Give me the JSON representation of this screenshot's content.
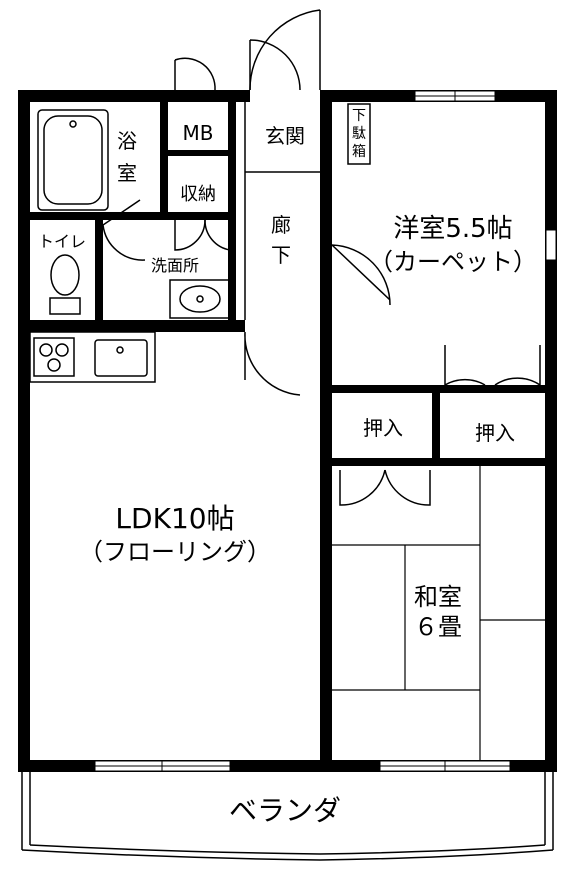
{
  "rooms": {
    "bath": {
      "line1": "浴",
      "line2": "室"
    },
    "mb": {
      "label": "MB"
    },
    "storage": {
      "label": "収納"
    },
    "genkan": {
      "label": "玄関"
    },
    "shoebox": {
      "line1": "下",
      "line2": "駄",
      "line3": "箱"
    },
    "hallway": {
      "line1": "廊",
      "line2": "下"
    },
    "toilet": {
      "label": "トイレ"
    },
    "washroom": {
      "label": "洗面所"
    },
    "western": {
      "line1": "洋室5.5帖",
      "line2": "（カーペット）"
    },
    "closet1": {
      "label": "押入"
    },
    "closet2": {
      "label": "押入"
    },
    "ldk": {
      "line1": "LDK10帖",
      "line2": "（フローリング）"
    },
    "japanese": {
      "line1": "和室",
      "line2": "６畳"
    },
    "veranda": {
      "label": "ベランダ"
    }
  },
  "colors": {
    "wall": "#000000",
    "background": "#ffffff",
    "line": "#000000"
  }
}
